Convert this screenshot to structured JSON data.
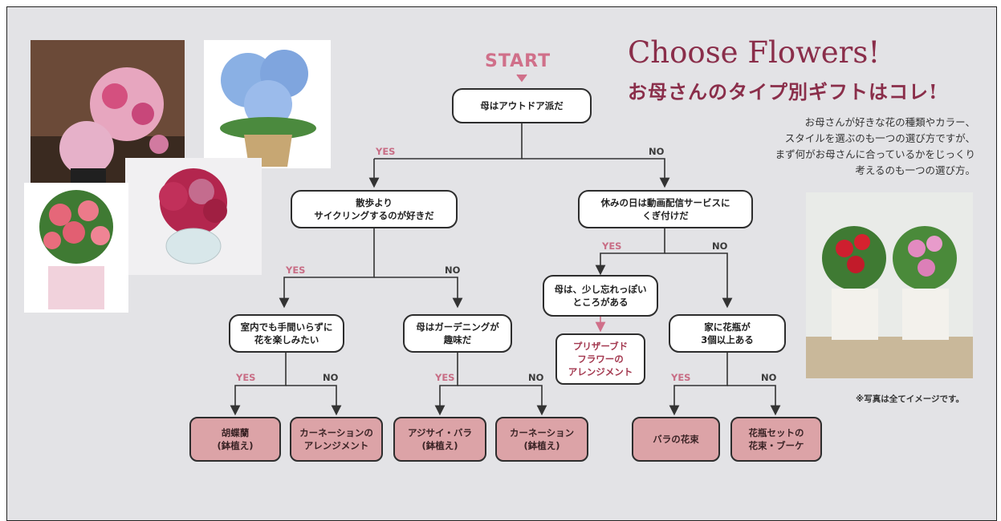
{
  "start_label": "START",
  "title": {
    "en": "Choose Flowers!",
    "jp": "お母さんのタイプ別ギフトはコレ!"
  },
  "description": [
    "お母さんが好きな花の種類やカラー、",
    "スタイルを選ぶのも一つの選び方ですが、",
    "まず何がお母さんに合っているかをじっくり",
    "考えるのも一つの選び方。"
  ],
  "note": "※写真は全てイメージです。",
  "branch_labels": {
    "yes": "YES",
    "no": "NO"
  },
  "questions": {
    "q1": "母はアウトドア派だ",
    "q2": "散歩より\nサイクリングするのが好きだ",
    "q3": "休みの日は動画配信サービスに\nくぎ付けだ",
    "q4": "室内でも手間いらずに\n花を楽しみたい",
    "q5": "母はガーデニングが\n趣味だ",
    "q6": "母は、少し忘れっぽい\nところがある",
    "q7": "家に花瓶が\n3個以上ある"
  },
  "results": {
    "r1": "胡蝶蘭\n(鉢植え)",
    "r2": "カーネーションの\nアレンジメント",
    "r3": "アジサイ・バラ\n(鉢植え)",
    "r4": "カーネーション\n(鉢植え)",
    "r5": "プリザーブド\nフラワーの\nアレンジメント",
    "r6": "バラの花束",
    "r7": "花瓶セットの\n花束・ブーケ"
  },
  "colors": {
    "background": "#e3e3e6",
    "accent": "#8a2e4a",
    "yes": "#c86d85",
    "result_fill": "#dca3a7"
  }
}
